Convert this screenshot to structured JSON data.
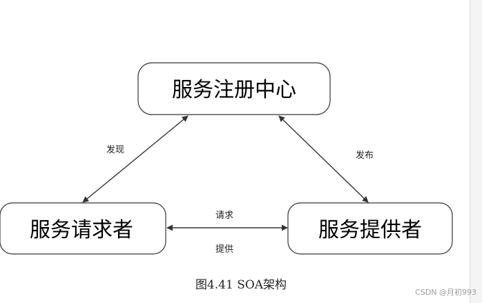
{
  "nodes": {
    "registry": "服务注册中心",
    "requester": "服务请求者",
    "provider": "服务提供者"
  },
  "edges": {
    "discover": "发现",
    "publish": "发布",
    "request": "请求",
    "provide": "提供"
  },
  "caption": "图4.41 SOA架构",
  "watermark": "CSDN @月初993"
}
